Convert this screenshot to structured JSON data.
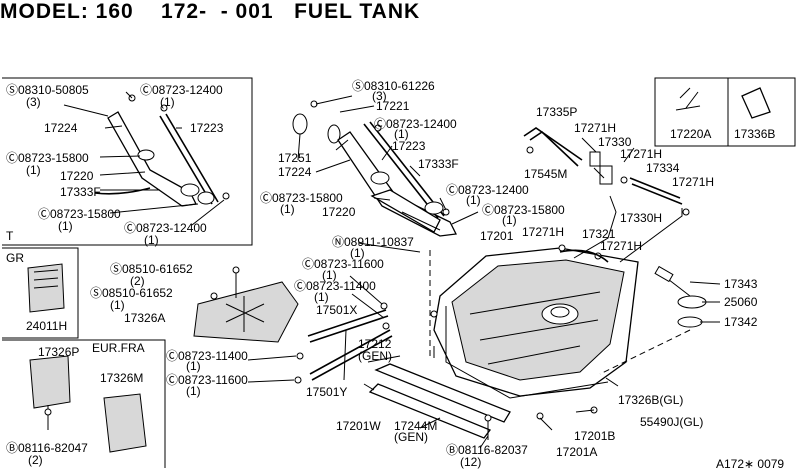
{
  "header": {
    "title": "MODEL: 160    172-  - 001   FUEL TANK"
  },
  "footer": {
    "code": "A172∗ 0079"
  },
  "boxes": {
    "t": "T",
    "gr": "GR",
    "eur": "EUR.FRA"
  },
  "labels": {
    "s_08310_50805": "Ⓢ08310-50805",
    "q3a": "(3)",
    "c_08723_12400_a": "Ⓒ08723-12400",
    "q1a": "(1)",
    "p17224a": "17224",
    "p17223a": "17223",
    "c_08723_15800_a": "Ⓒ08723-15800",
    "q1b": "(1)",
    "p17220a": "17220",
    "p17333fa": "17333F",
    "c_08723_15800_b": "Ⓒ08723-15800",
    "q1c": "(1)",
    "c_08723_12400_b": "Ⓒ08723-12400",
    "q1d": "(1)",
    "p24011h": "24011H",
    "s_08510_61652_a": "Ⓢ08510-61652",
    "q2a": "(2)",
    "s_08510_61652_b": "Ⓢ08510-61652",
    "q1e": "(1)",
    "p17326a": "17326A",
    "p17326p": "17326P",
    "p17326m": "17326M",
    "b_08116_82047": "Ⓑ08116-82047",
    "q2b": "(2)",
    "s_08310_61226": "Ⓢ08310-61226",
    "q3b": "(3)",
    "p17221": "17221",
    "c_08723_12400_c": "Ⓒ08723-12400",
    "q1f": "(1)",
    "p17251": "17251",
    "p17223b": "17223",
    "p17224b": "17224",
    "p17333fb": "17333F",
    "c_08723_12400_d": "Ⓒ08723-12400",
    "q1g": "(1)",
    "c_08723_15800_c": "Ⓒ08723-15800",
    "q1h": "(1)",
    "p17220b": "17220",
    "c_08723_15800_d": "Ⓒ08723-15800",
    "q1i": "(1)",
    "n_08911_10837": "Ⓝ08911-10837",
    "q1j": "(1)",
    "c_08723_11600_a": "Ⓒ08723-11600",
    "q1k": "(1)",
    "c_08723_11400_a": "Ⓒ08723-11400",
    "q1l": "(1)",
    "p17501x": "17501X",
    "c_08723_11400_b": "Ⓒ08723-11400",
    "q1m": "(1)",
    "c_08723_11600_b": "Ⓒ08723-11600",
    "q1n": "(1)",
    "p17501y": "17501Y",
    "p17335p": "17335P",
    "p17271ha": "17271H",
    "p17330": "17330",
    "p17271hb": "17271H",
    "p17545m": "17545M",
    "p17334": "17334",
    "p17271hc": "17271H",
    "p17330h": "17330H",
    "p17201": "17201",
    "p17271hd": "17271H",
    "p17321": "17321",
    "p17271he": "17271H",
    "p17220a_box": "17220A",
    "p17336b": "17336B",
    "p17343": "17343",
    "p25060": "25060",
    "p17342": "17342",
    "p17212": "17212",
    "gen_a": "(GEN)",
    "p17326b": "17326B(GL)",
    "p55490j": "55490J(GL)",
    "p17201w": "17201W",
    "p17244m": "17244M",
    "gen_b": "(GEN)",
    "p17201b": "17201B",
    "b_08116_82037": "Ⓑ08116-82037",
    "q12": "(12)",
    "p17201a": "17201A"
  }
}
